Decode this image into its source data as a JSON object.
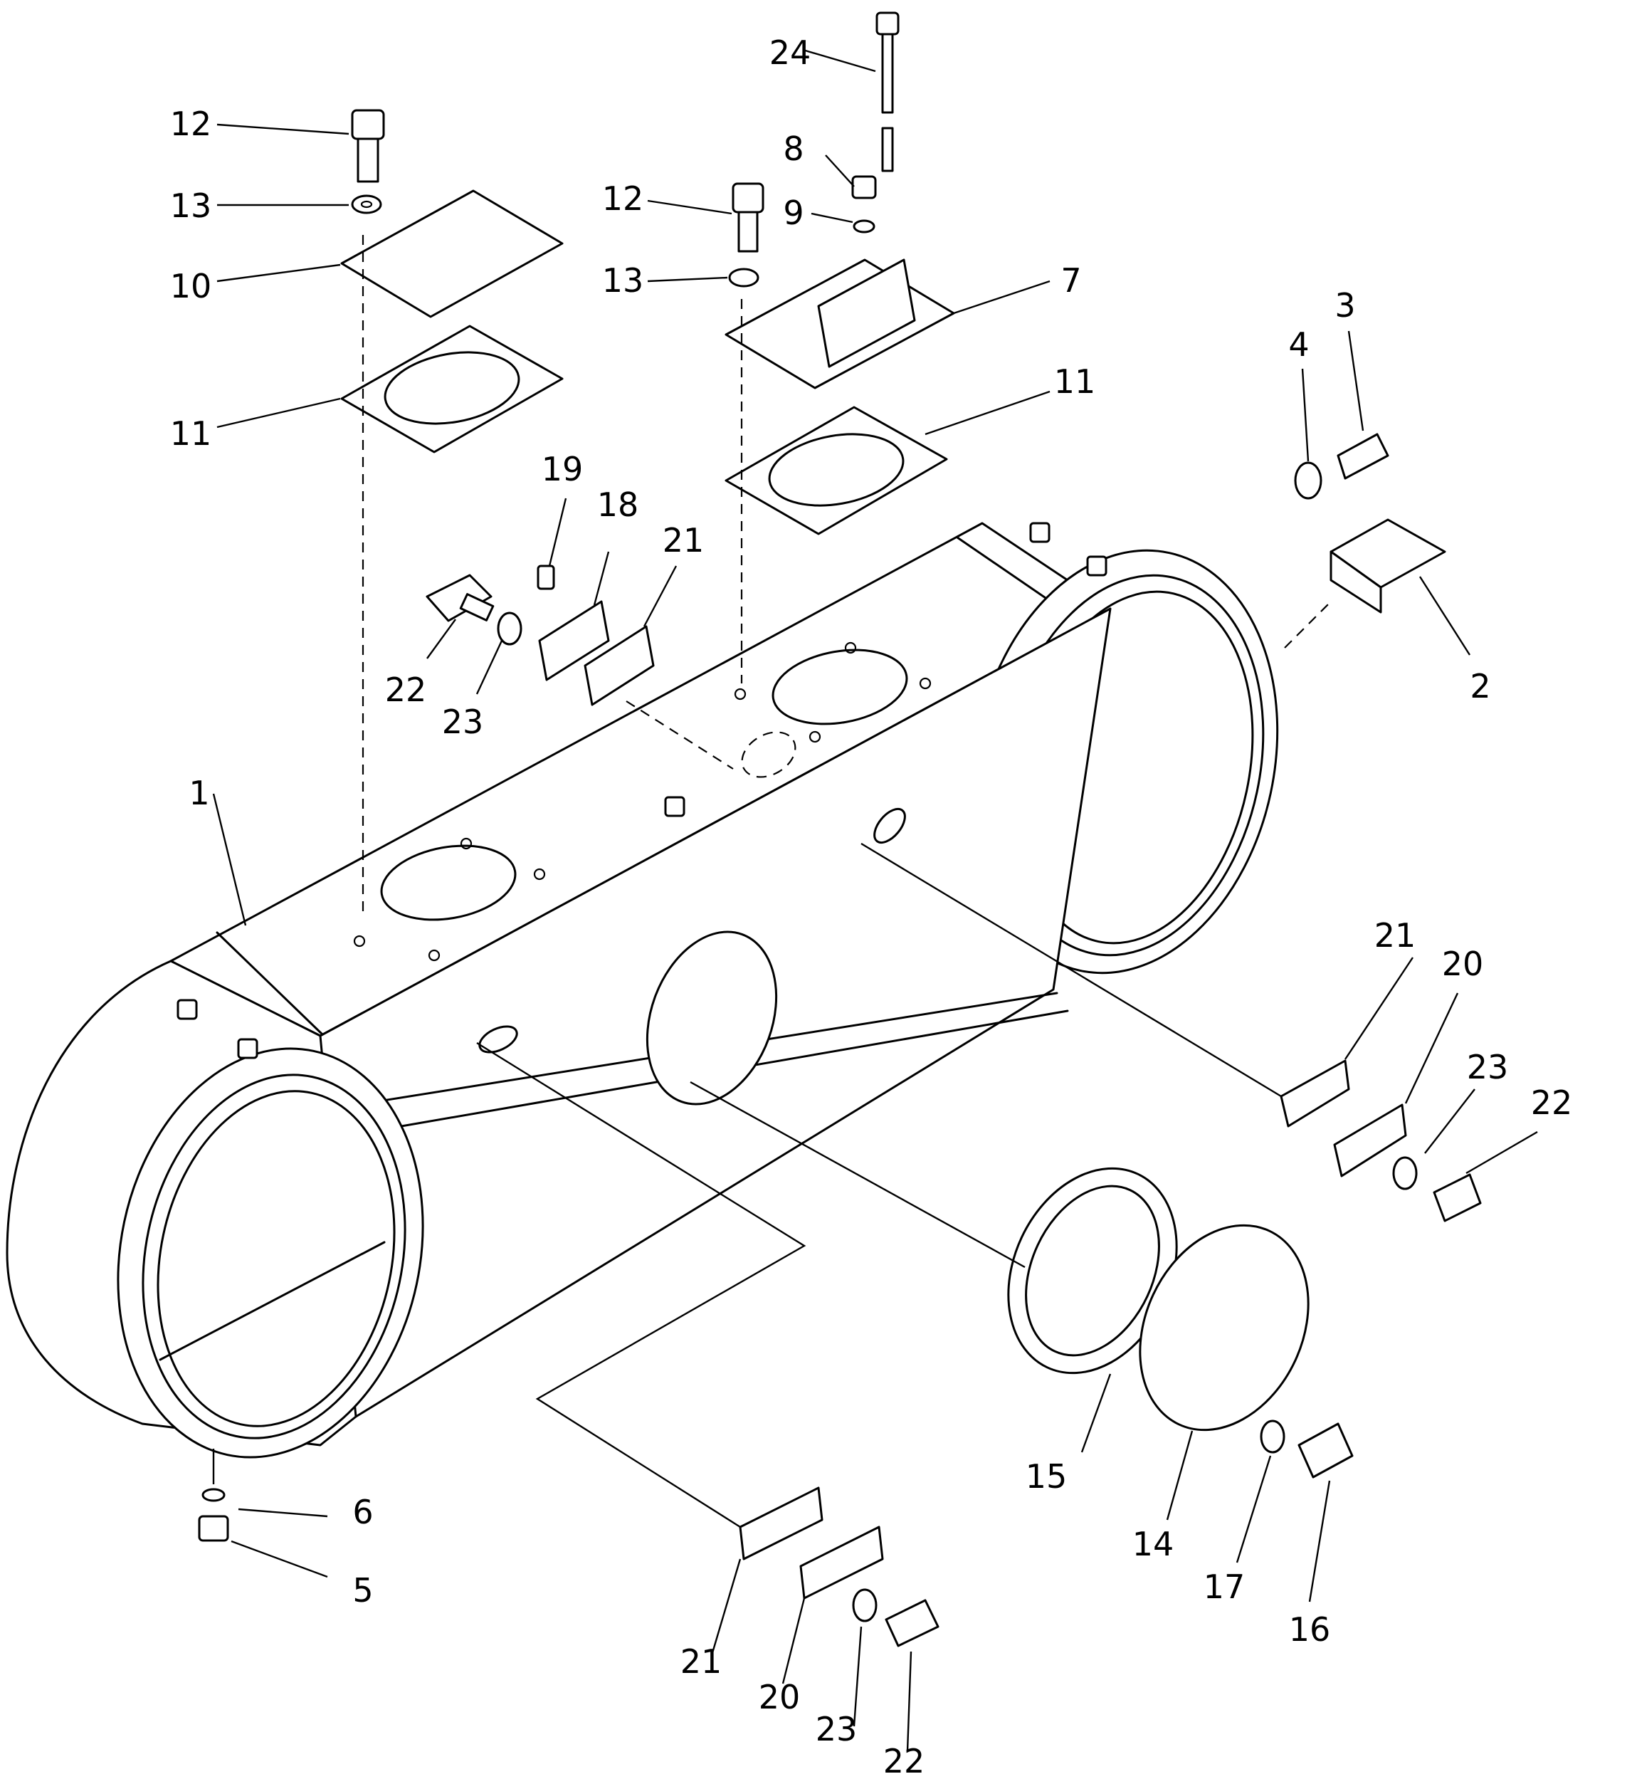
{
  "callouts": [
    {
      "id": "c1",
      "label": "1"
    },
    {
      "id": "c2",
      "label": "2"
    },
    {
      "id": "c3",
      "label": "3"
    },
    {
      "id": "c4",
      "label": "4"
    },
    {
      "id": "c5",
      "label": "5"
    },
    {
      "id": "c6",
      "label": "6"
    },
    {
      "id": "c7",
      "label": "7"
    },
    {
      "id": "c8",
      "label": "8"
    },
    {
      "id": "c9",
      "label": "9"
    },
    {
      "id": "c10",
      "label": "10"
    },
    {
      "id": "c11a",
      "label": "11"
    },
    {
      "id": "c11b",
      "label": "11"
    },
    {
      "id": "c12a",
      "label": "12"
    },
    {
      "id": "c12b",
      "label": "12"
    },
    {
      "id": "c13a",
      "label": "13"
    },
    {
      "id": "c13b",
      "label": "13"
    },
    {
      "id": "c14",
      "label": "14"
    },
    {
      "id": "c15",
      "label": "15"
    },
    {
      "id": "c16",
      "label": "16"
    },
    {
      "id": "c17",
      "label": "17"
    },
    {
      "id": "c18",
      "label": "18"
    },
    {
      "id": "c19",
      "label": "19"
    },
    {
      "id": "c20a",
      "label": "20"
    },
    {
      "id": "c20b",
      "label": "20"
    },
    {
      "id": "c21a",
      "label": "21"
    },
    {
      "id": "c21b",
      "label": "21"
    },
    {
      "id": "c21c",
      "label": "21"
    },
    {
      "id": "c22a",
      "label": "22"
    },
    {
      "id": "c22b",
      "label": "22"
    },
    {
      "id": "c22c",
      "label": "22"
    },
    {
      "id": "c23a",
      "label": "23"
    },
    {
      "id": "c23b",
      "label": "23"
    },
    {
      "id": "c23c",
      "label": "23"
    },
    {
      "id": "c24",
      "label": "24"
    }
  ]
}
